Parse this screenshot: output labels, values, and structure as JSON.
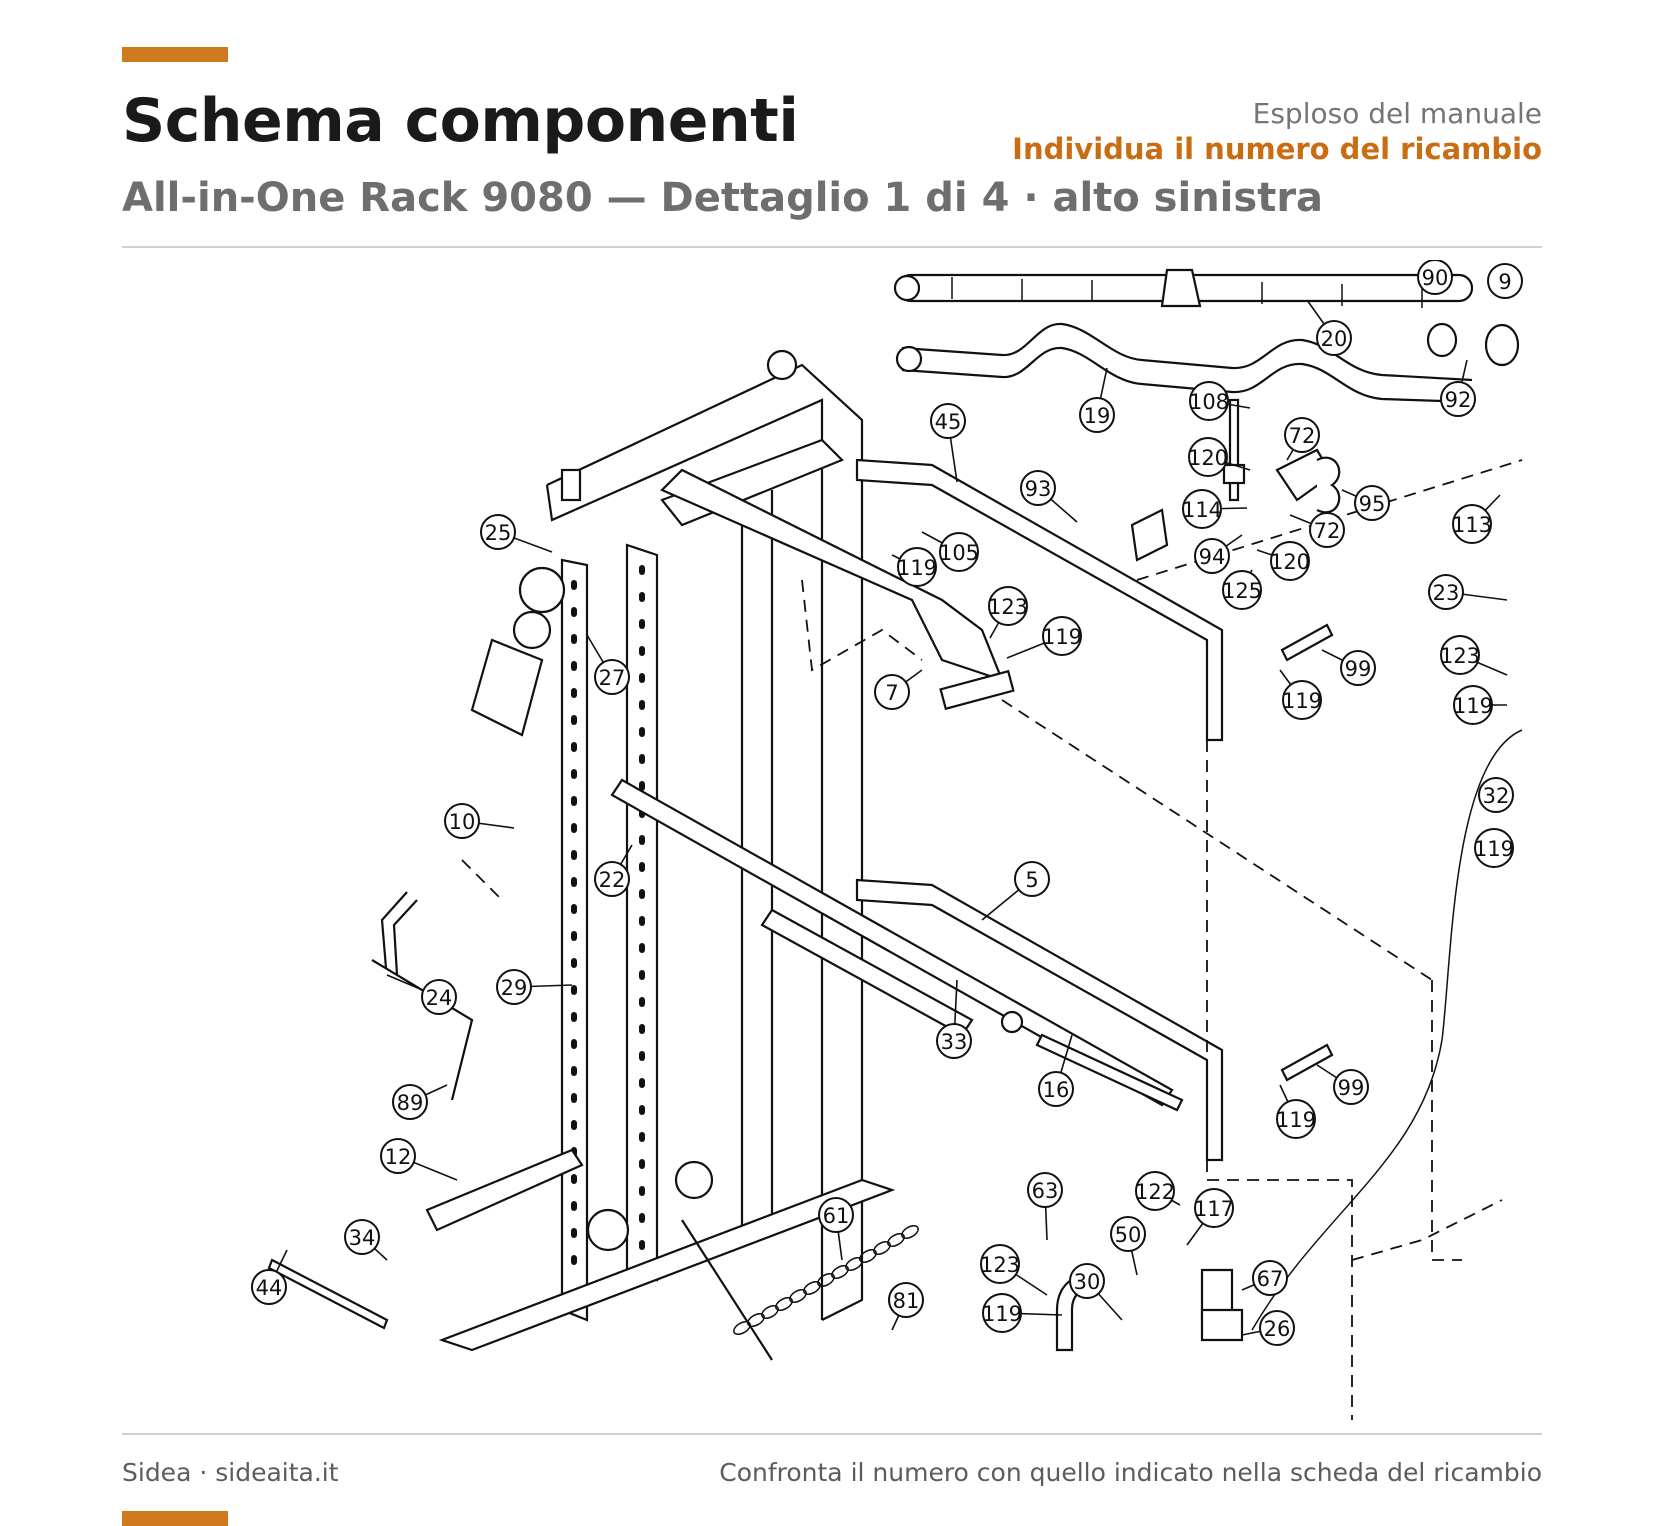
{
  "header": {
    "title": "Schema componenti",
    "subtitle": "All-in-One Rack 9080 — Dettaglio 1 di 4 · alto sinistra",
    "tag_top": "Esploso del manuale",
    "tag_bottom": "Individua il numero del ricambio"
  },
  "footer": {
    "left": "Sidea · sideaita.it",
    "right": "Confronta il numero con quello indicato nella scheda del ricambio"
  },
  "callouts": [
    {
      "id": "c90",
      "label": "90"
    },
    {
      "id": "c9x",
      "label": "9"
    },
    {
      "id": "c20",
      "label": "20"
    },
    {
      "id": "c92",
      "label": "92"
    },
    {
      "id": "c19",
      "label": "19"
    },
    {
      "id": "c108",
      "label": "108"
    },
    {
      "id": "c72a",
      "label": "72"
    },
    {
      "id": "c120a",
      "label": "120"
    },
    {
      "id": "c95",
      "label": "95"
    },
    {
      "id": "c114",
      "label": "114"
    },
    {
      "id": "c72b",
      "label": "72"
    },
    {
      "id": "c113",
      "label": "113"
    },
    {
      "id": "c94",
      "label": "94"
    },
    {
      "id": "c120b",
      "label": "120"
    },
    {
      "id": "c125",
      "label": "125"
    },
    {
      "id": "c45",
      "label": "45"
    },
    {
      "id": "c93",
      "label": "93"
    },
    {
      "id": "c23",
      "label": "23"
    },
    {
      "id": "c25",
      "label": "25"
    },
    {
      "id": "c105",
      "label": "105"
    },
    {
      "id": "c119a",
      "label": "119"
    },
    {
      "id": "c123a",
      "label": "123"
    },
    {
      "id": "c119b",
      "label": "119"
    },
    {
      "id": "c99a",
      "label": "99"
    },
    {
      "id": "c123b",
      "label": "123"
    },
    {
      "id": "c27",
      "label": "27"
    },
    {
      "id": "c7",
      "label": "7"
    },
    {
      "id": "c119c",
      "label": "119"
    },
    {
      "id": "c119d",
      "label": "119"
    },
    {
      "id": "c32",
      "label": "32"
    },
    {
      "id": "c10",
      "label": "10"
    },
    {
      "id": "c119e",
      "label": "119"
    },
    {
      "id": "c22",
      "label": "22"
    },
    {
      "id": "c5",
      "label": "5"
    },
    {
      "id": "c24",
      "label": "24"
    },
    {
      "id": "c29",
      "label": "29"
    },
    {
      "id": "c33",
      "label": "33"
    },
    {
      "id": "c99b",
      "label": "99"
    },
    {
      "id": "c16",
      "label": "16"
    },
    {
      "id": "c89",
      "label": "89"
    },
    {
      "id": "c119f",
      "label": "119"
    },
    {
      "id": "c12",
      "label": "12"
    },
    {
      "id": "c63",
      "label": "63"
    },
    {
      "id": "c122",
      "label": "122"
    },
    {
      "id": "c117",
      "label": "117"
    },
    {
      "id": "c61",
      "label": "61"
    },
    {
      "id": "c50",
      "label": "50"
    },
    {
      "id": "c34",
      "label": "34"
    },
    {
      "id": "c123c",
      "label": "123"
    },
    {
      "id": "c67",
      "label": "67"
    },
    {
      "id": "c44",
      "label": "44"
    },
    {
      "id": "c30",
      "label": "30"
    },
    {
      "id": "c81",
      "label": "81"
    },
    {
      "id": "c119g",
      "label": "119"
    },
    {
      "id": "c26",
      "label": "26"
    }
  ]
}
